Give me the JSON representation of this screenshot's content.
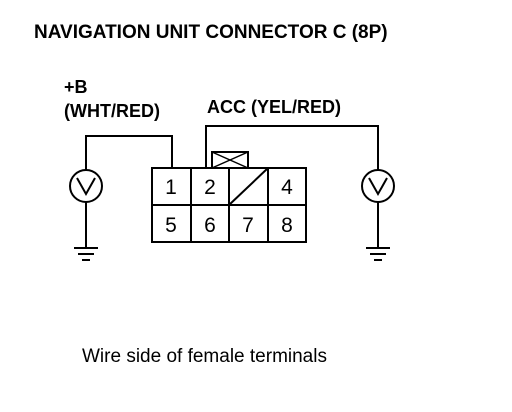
{
  "title": "NAVIGATION UNIT CONNECTOR C (8P)",
  "left_probe": {
    "label_line1": "+B",
    "label_line2": "(WHT/RED)",
    "meter_symbol": "V",
    "pin": "1"
  },
  "right_probe": {
    "label": "ACC (YEL/RED)",
    "meter_symbol": "V",
    "pin": "2"
  },
  "connector": {
    "pins_top": [
      "1",
      "2",
      "",
      "4"
    ],
    "pins_bottom": [
      "5",
      "6",
      "7",
      "8"
    ],
    "unused_cavity": "3"
  },
  "icons": {
    "meter": "voltmeter-icon",
    "ground": "ground-icon",
    "lock_tab": "connector-lock-tab-icon"
  },
  "caption": "Wire side of female terminals"
}
